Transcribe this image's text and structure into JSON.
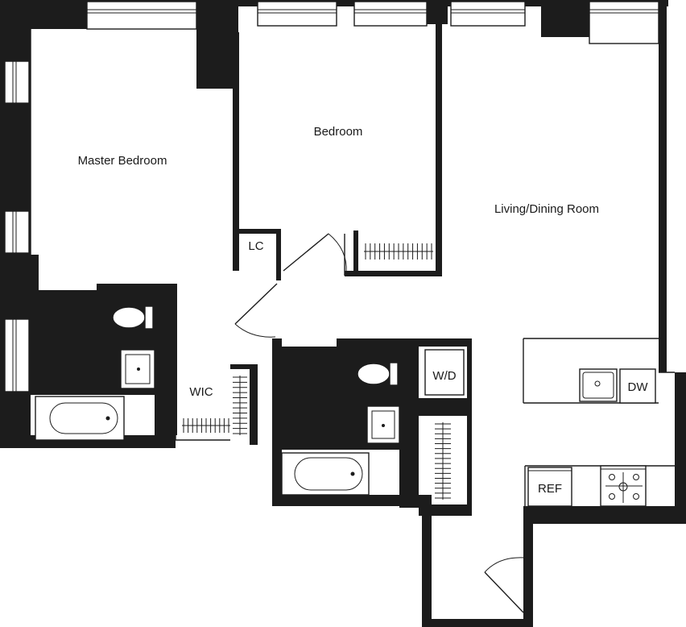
{
  "rooms": {
    "master_bedroom": "Master Bedroom",
    "bedroom": "Bedroom",
    "living_dining": "Living/Dining Room",
    "wic": "WIC",
    "lc": "LC"
  },
  "fixtures": {
    "washer_dryer": "W/D",
    "dishwasher": "DW",
    "refrigerator": "REF"
  },
  "colors": {
    "wall": "#1c1c1c",
    "background": "#ffffff"
  },
  "icons": [
    "toilet-icon",
    "sink-icon",
    "bathtub-icon",
    "kitchen-sink-icon",
    "stove-icon",
    "door-swing-icon",
    "window-icon",
    "closet-rod-icon"
  ]
}
